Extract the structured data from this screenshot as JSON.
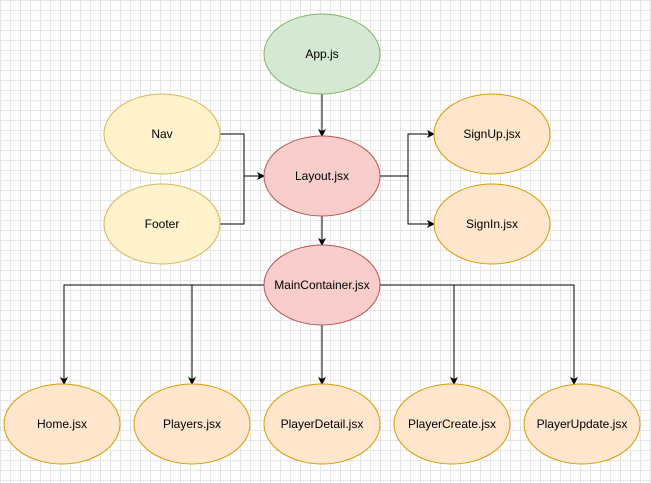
{
  "diagram": {
    "nodes": [
      {
        "id": "app",
        "label": "App.js",
        "style": "green"
      },
      {
        "id": "nav",
        "label": "Nav",
        "style": "yellow"
      },
      {
        "id": "footer",
        "label": "Footer",
        "style": "yellow"
      },
      {
        "id": "layout",
        "label": "Layout.jsx",
        "style": "red"
      },
      {
        "id": "signup",
        "label": "SignUp.jsx",
        "style": "orange"
      },
      {
        "id": "signin",
        "label": "SignIn.jsx",
        "style": "orange"
      },
      {
        "id": "main",
        "label": "MainContainer.jsx",
        "style": "red"
      },
      {
        "id": "home",
        "label": "Home.jsx",
        "style": "orange"
      },
      {
        "id": "players",
        "label": "Players.jsx",
        "style": "orange"
      },
      {
        "id": "detail",
        "label": "PlayerDetail.jsx",
        "style": "orange"
      },
      {
        "id": "create",
        "label": "PlayerCreate.jsx",
        "style": "orange"
      },
      {
        "id": "update",
        "label": "PlayerUpdate.jsx",
        "style": "orange"
      }
    ],
    "edges": [
      {
        "from": "app",
        "to": "layout"
      },
      {
        "from": "nav",
        "to": "layout"
      },
      {
        "from": "footer",
        "to": "layout"
      },
      {
        "from": "layout",
        "to": "signup"
      },
      {
        "from": "layout",
        "to": "signin"
      },
      {
        "from": "layout",
        "to": "main"
      },
      {
        "from": "main",
        "to": "home"
      },
      {
        "from": "main",
        "to": "players"
      },
      {
        "from": "main",
        "to": "detail"
      },
      {
        "from": "main",
        "to": "create"
      },
      {
        "from": "main",
        "to": "update"
      }
    ],
    "colors": {
      "green": {
        "fill": "#d5e8d4",
        "stroke": "#82b366"
      },
      "yellow": {
        "fill": "#fff2cc",
        "stroke": "#d6b656"
      },
      "red": {
        "fill": "#f8cecc",
        "stroke": "#b85450"
      },
      "orange": {
        "fill": "#ffe6cc",
        "stroke": "#d79b00"
      },
      "edge": "#000000"
    }
  }
}
